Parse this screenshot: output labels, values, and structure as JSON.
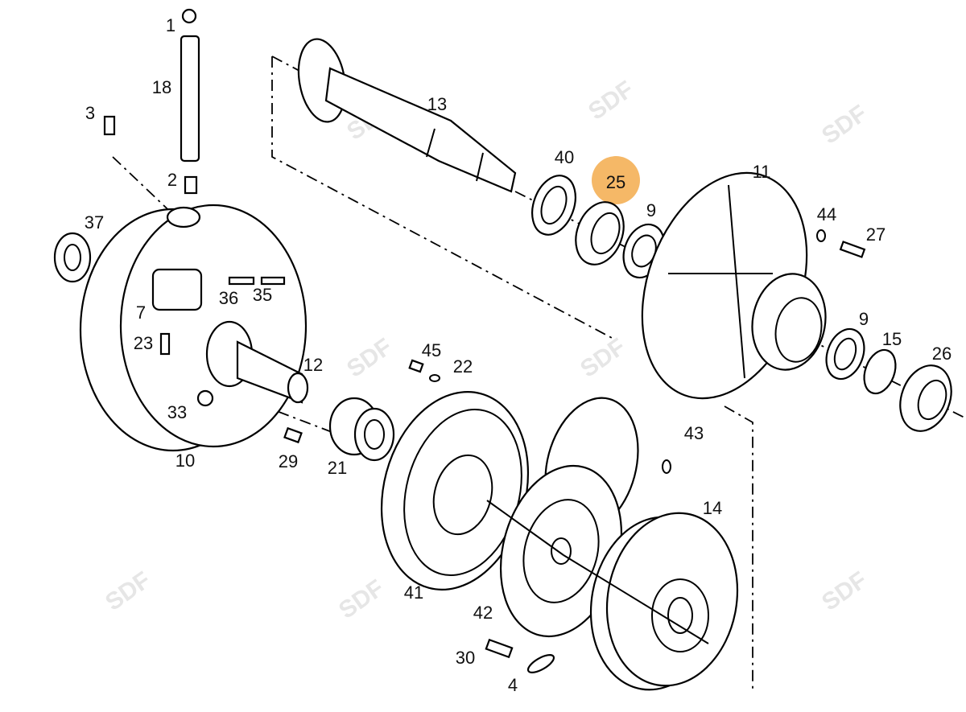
{
  "diagram": {
    "highlight_color": "#f5b867",
    "highlighted_part": "25",
    "watermark": "SDF",
    "labels": [
      "1",
      "18",
      "3",
      "2",
      "37",
      "36",
      "35",
      "7",
      "23",
      "33",
      "10",
      "12",
      "29",
      "21",
      "13",
      "40",
      "25",
      "9",
      "11",
      "44",
      "27",
      "9",
      "15",
      "26",
      "45",
      "22",
      "43",
      "41",
      "42",
      "14",
      "30",
      "4"
    ]
  }
}
